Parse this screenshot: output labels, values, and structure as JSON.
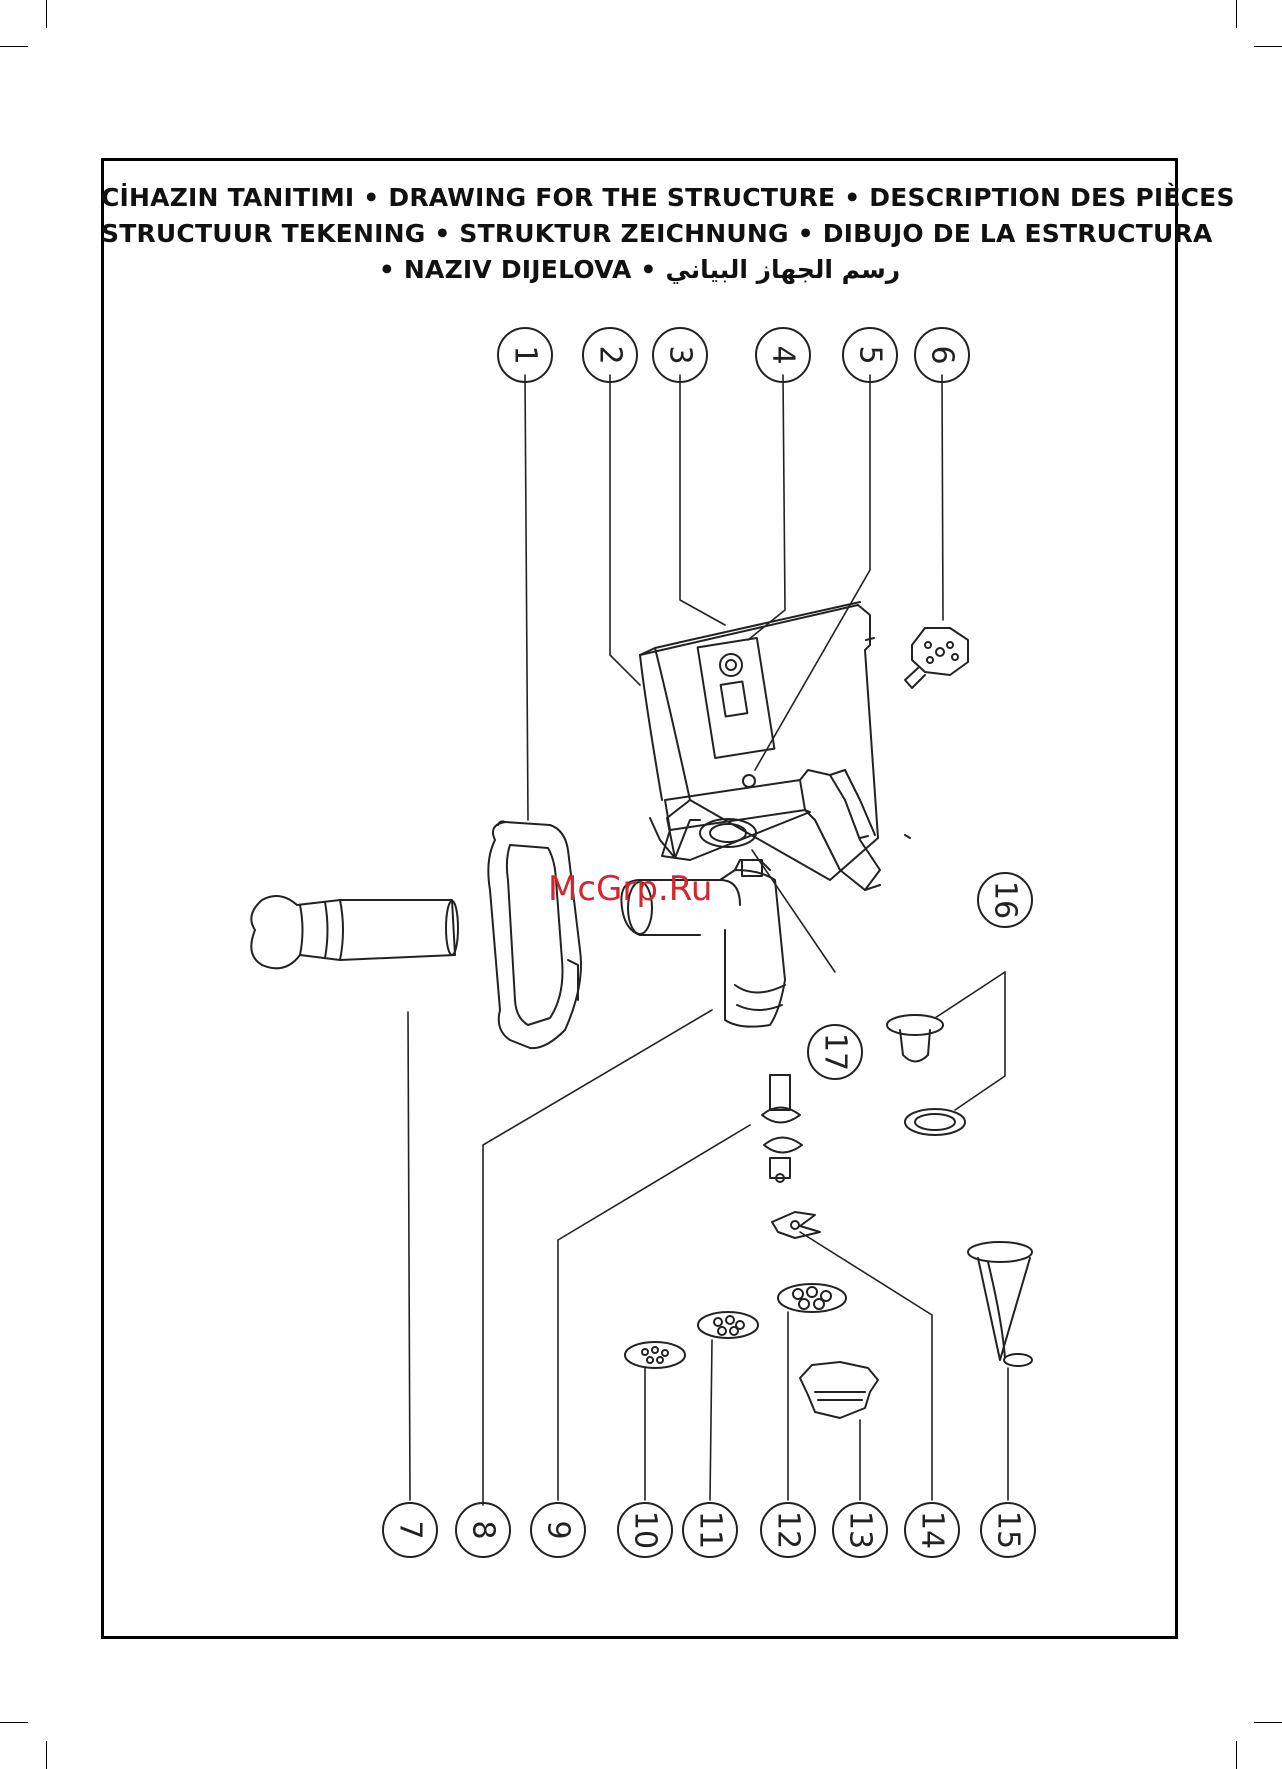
{
  "header": {
    "line1": "CİHAZIN TANITIMI • DRAWING FOR THE STRUCTURE • DESCRIPTION DES PIÈCES",
    "line2": "STRUCTUUR TEKENING • STRUKTUR ZEICHNUNG • DIBUJO DE LA ESTRUCTURA",
    "line3": "• NAZIV DIJELOVA • رسم الجهاز البياني"
  },
  "watermark": "McGrp.Ru",
  "callouts": [
    "1",
    "2",
    "3",
    "4",
    "5",
    "6",
    "7",
    "8",
    "9",
    "10",
    "11",
    "12",
    "13",
    "14",
    "15",
    "16",
    "17"
  ],
  "colors": {
    "line": "#222222",
    "watermark": "#d4262b"
  }
}
